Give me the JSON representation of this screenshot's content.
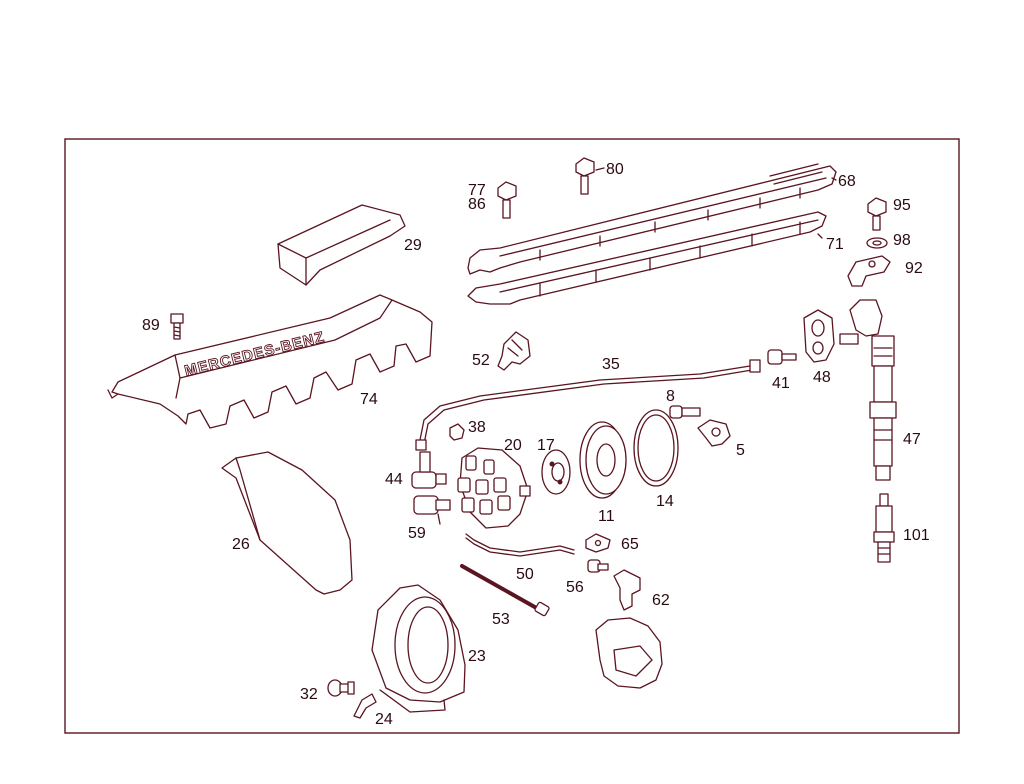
{
  "diagram": {
    "emboss_text": "MERCEDES-BENZ",
    "callouts": {
      "p5": "5",
      "p8": "8",
      "p11": "11",
      "p14": "14",
      "p17": "17",
      "p20": "20",
      "p23": "23",
      "p24": "24",
      "p26": "26",
      "p29": "29",
      "p32": "32",
      "p35": "35",
      "p38": "38",
      "p41": "41",
      "p44": "44",
      "p47": "47",
      "p48": "48",
      "p50": "50",
      "p52": "52",
      "p53": "53",
      "p56": "56",
      "p59": "59",
      "p62": "62",
      "p65": "65",
      "p68": "68",
      "p71": "71",
      "p74": "74",
      "p77": "77",
      "p80": "80",
      "p86": "86",
      "p89": "89",
      "p92": "92",
      "p95": "95",
      "p98": "98",
      "p101": "101"
    }
  },
  "colors": {
    "line": "#5a1520",
    "label": "#2a0a10",
    "background": "#ffffff"
  }
}
